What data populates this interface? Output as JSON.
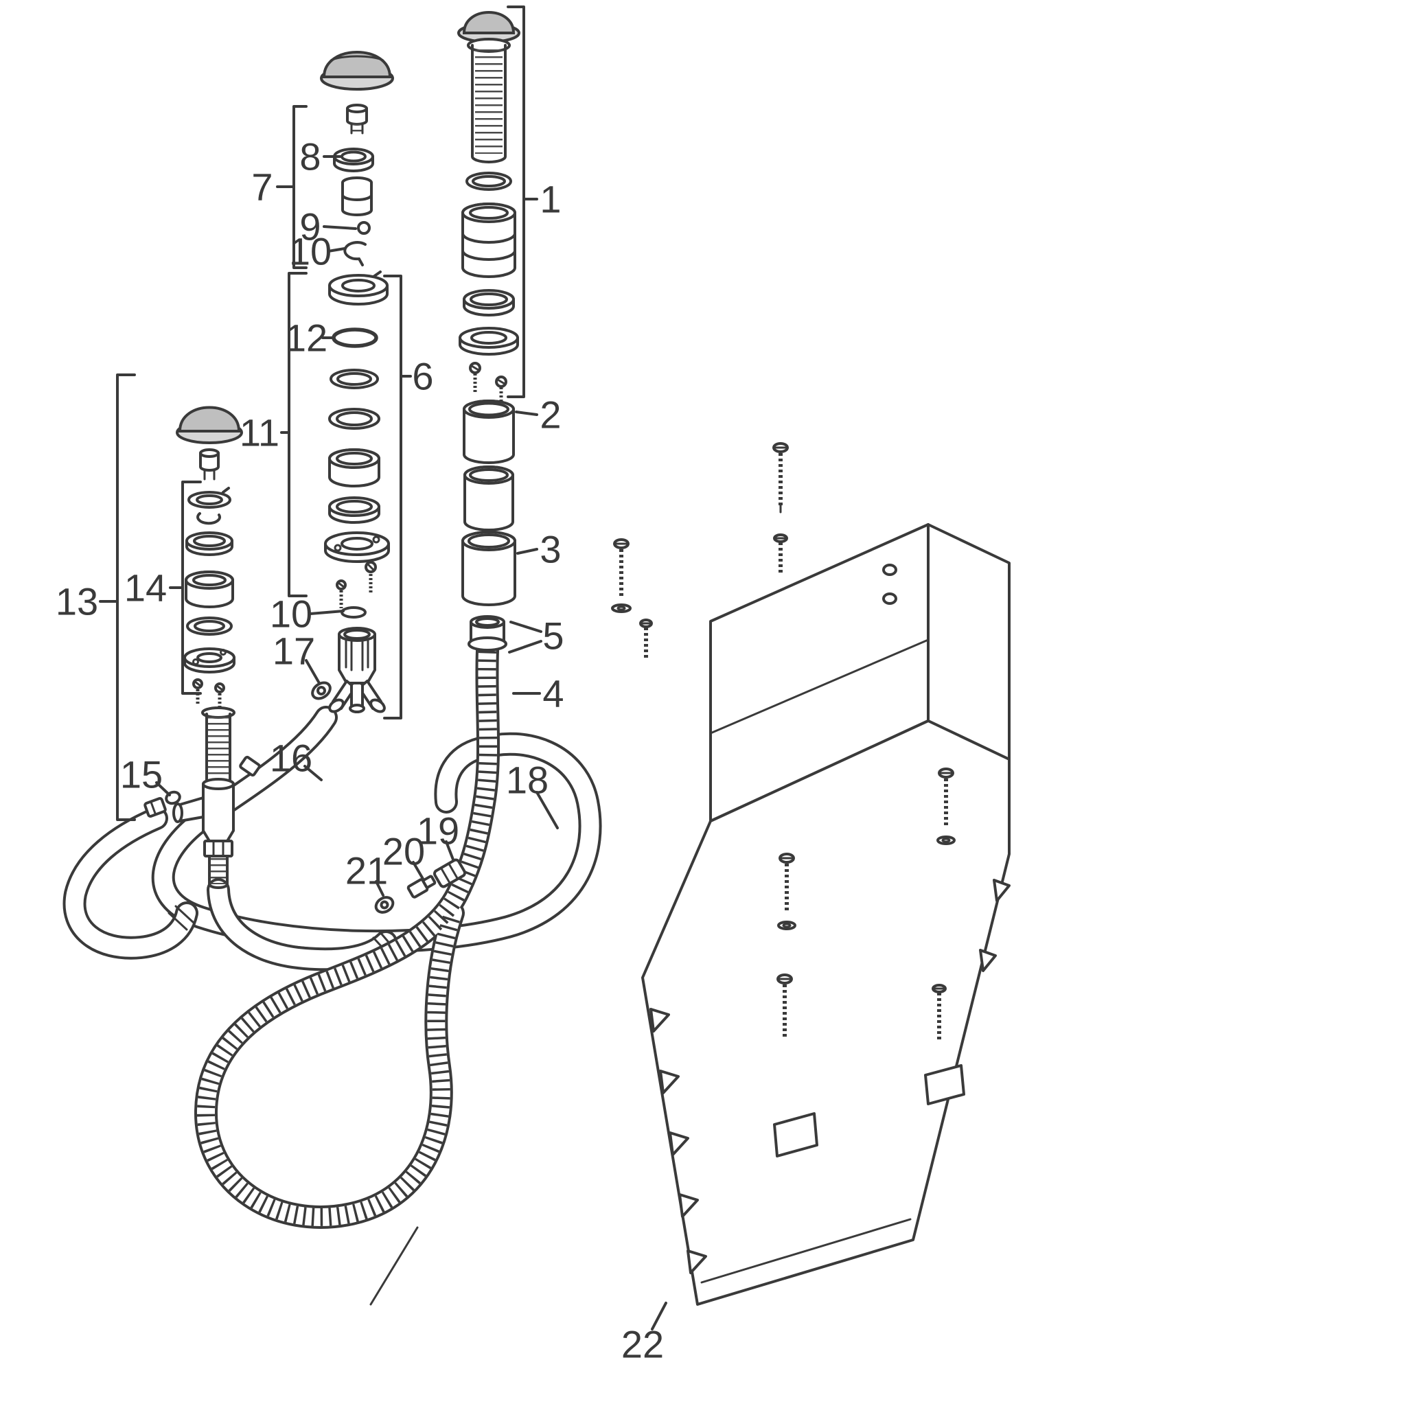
{
  "figure": {
    "type": "exploded-parts-diagram",
    "background": "#ffffff",
    "line_color": "#3a3a3a",
    "cap_gray": "#bfbfbf",
    "cap_gray_light": "#d6d6d6"
  },
  "callouts": [
    {
      "label": "7"
    },
    {
      "label": "8"
    },
    {
      "label": "9"
    },
    {
      "label": "10"
    },
    {
      "label": "1"
    },
    {
      "label": "12"
    },
    {
      "label": "6"
    },
    {
      "label": "11"
    },
    {
      "label": "2"
    },
    {
      "label": "3"
    },
    {
      "label": "13"
    },
    {
      "label": "14"
    },
    {
      "label": "10"
    },
    {
      "label": "17"
    },
    {
      "label": "5"
    },
    {
      "label": "4"
    },
    {
      "label": "15"
    },
    {
      "label": "16"
    },
    {
      "label": "18"
    },
    {
      "label": "19"
    },
    {
      "label": "20"
    },
    {
      "label": "21"
    },
    {
      "label": "22"
    }
  ]
}
